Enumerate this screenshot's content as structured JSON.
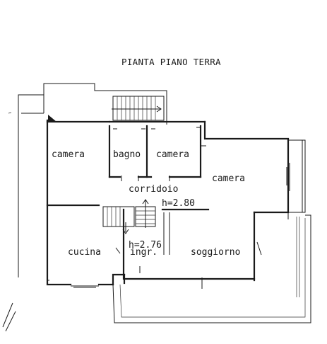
{
  "title": "PIANTA PIANO TERRA",
  "rooms": {
    "camera_1": "camera",
    "bagno": "bagno",
    "camera_2": "camera",
    "camera_3": "camera",
    "corridoio": "corridoio",
    "cucina": "cucina",
    "ingresso": "ingr.",
    "soggiorno": "soggiorno"
  },
  "heights": {
    "upper": "h=2.80",
    "lower": "h=2.76"
  }
}
